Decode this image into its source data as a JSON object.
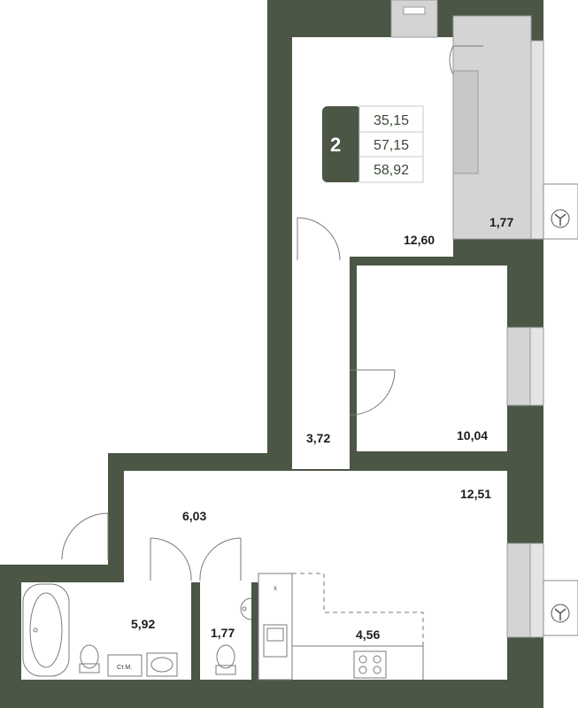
{
  "colors": {
    "wall": "#4b5645",
    "floor": "#ffffff",
    "window": "#d4d4d4",
    "fixture_line": "#7a7a7a"
  },
  "badge": {
    "rooms": "2",
    "living_area": "35,15",
    "total_area": "57,15",
    "total_area_with_balcony": "58,92"
  },
  "rooms": {
    "bedroom_top": "12,60",
    "balcony_top": "1,77",
    "bedroom_middle": "10,04",
    "corridor": "3,72",
    "living_room": "12,51",
    "hall": "6,03",
    "bathroom": "5,92",
    "toilet": "1,77",
    "kitchen": "4,56"
  },
  "fixtures": {
    "cabinet_label": "Ст.М.",
    "x_label": "x"
  },
  "icons": [
    "ac-fan-icon",
    "bathtub-icon",
    "toilet-icon",
    "sink-icon",
    "stove-icon",
    "kitchen-sink-icon"
  ]
}
